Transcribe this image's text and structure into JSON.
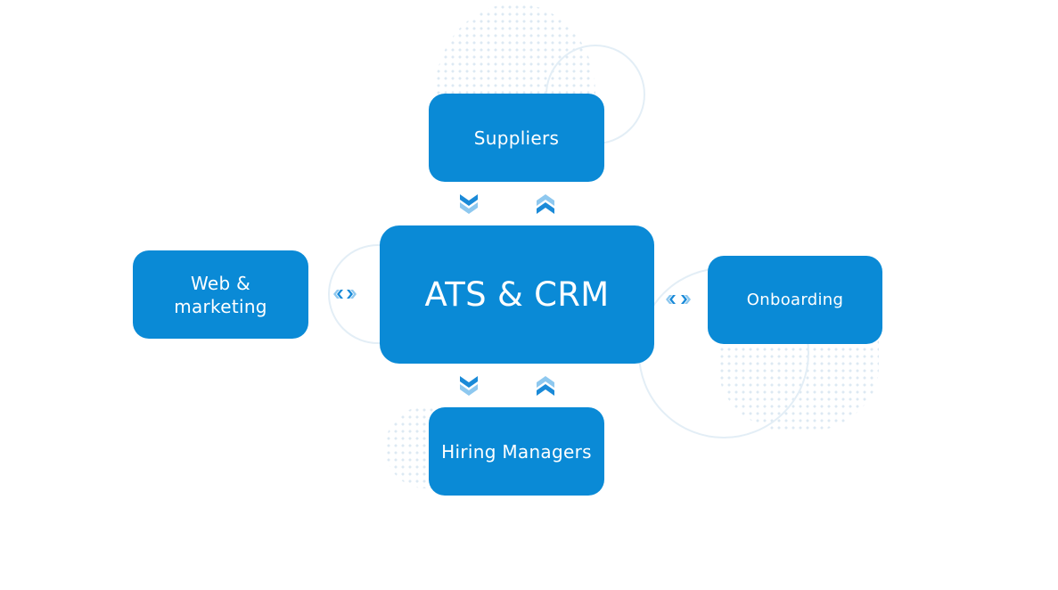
{
  "diagram": {
    "center": {
      "label": "ATS & CRM"
    },
    "nodes": {
      "top": {
        "label": "Suppliers"
      },
      "left": {
        "label": "Web & marketing"
      },
      "right": {
        "label": "Onboarding"
      },
      "bottom": {
        "label": "Hiring Managers"
      }
    },
    "connectors": [
      {
        "between": [
          "Suppliers",
          "ATS & CRM"
        ],
        "type": "bidirectional-vertical",
        "icons": [
          "double-chevron-down-icon",
          "double-chevron-up-icon"
        ]
      },
      {
        "between": [
          "ATS & CRM",
          "Hiring Managers"
        ],
        "type": "bidirectional-vertical",
        "icons": [
          "double-chevron-down-icon",
          "double-chevron-up-icon"
        ]
      },
      {
        "between": [
          "Web & marketing",
          "ATS & CRM"
        ],
        "type": "bidirectional-horizontal",
        "icons": [
          "double-chevron-left-icon",
          "double-chevron-right-icon"
        ]
      },
      {
        "between": [
          "ATS & CRM",
          "Onboarding"
        ],
        "type": "bidirectional-horizontal",
        "icons": [
          "double-chevron-left-icon",
          "double-chevron-right-icon"
        ]
      }
    ],
    "colors": {
      "node": "#0a8ad6",
      "arrow_dark": "#1a8ad8",
      "arrow_light": "#8ec8ef",
      "decor": "#dde9f3"
    }
  }
}
